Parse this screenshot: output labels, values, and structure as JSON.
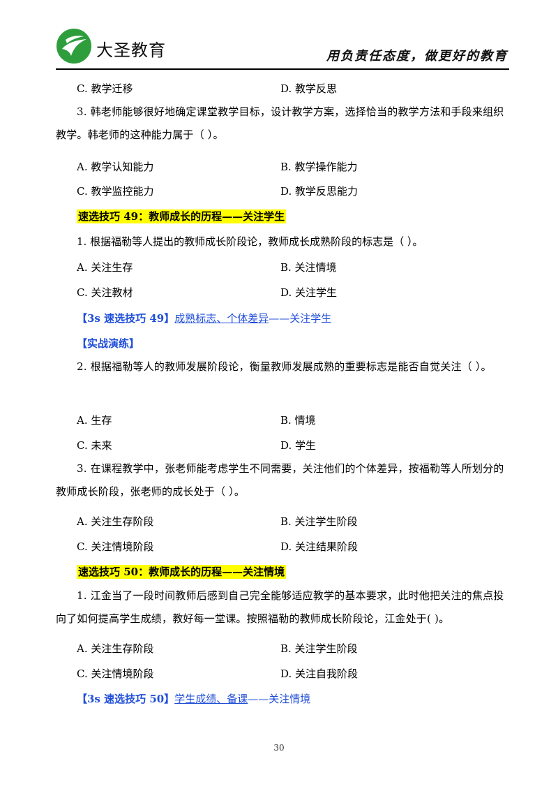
{
  "header": {
    "brand": "大圣教育",
    "slogan": "用负责任态度，做更好的教育"
  },
  "lines": {
    "l1_left": "C. 教学迁移",
    "l1_right": "D. 教学反思",
    "q3_text": "3. 韩老师能够很好地确定课堂教学目标，设计教学方案，选择恰当的教学方法和手段来组织教学。韩老师的这种能力属于（    ）。",
    "q3_a": "A. 教学认知能力",
    "q3_b": "B. 教学操作能力",
    "q3_c": "C. 教学监控能力",
    "q3_d": "D. 教学反思能力",
    "sec49_title": "速选技巧 49：教师成长的历程——关注学生",
    "s49_q1": "1. 根据福勒等人提出的教师成长阶段论，教师成长成熟阶段的标志是（    ）。",
    "s49_q1_a": "A. 关注生存",
    "s49_q1_b": "B. 关注情境",
    "s49_q1_c": "C. 关注教材",
    "s49_q1_d": "D. 关注学生",
    "tip49_bracket": "【3s 速选技巧 49】",
    "tip49_link": "成熟标志、个体差异",
    "tip49_rest": "——关注学生",
    "practice": "【实战演练】",
    "s49_q2": "2. 根据福勒等人的教师发展阶段论，衡量教师发展成熟的重要标志是能否自觉关注（    ）。",
    "s49_q2_a": "A. 生存",
    "s49_q2_b": "B. 情境",
    "s49_q2_c": "C. 未来",
    "s49_q2_d": "D. 学生",
    "s49_q3": "3. 在课程教学中，张老师能考虑学生不同需要，关注他们的个体差异，按福勒等人所划分的教师成长阶段，张老师的成长处于（    ）。",
    "s49_q3_a": "A. 关注生存阶段",
    "s49_q3_b": "B. 关注学生阶段",
    "s49_q3_c": "C. 关注情境阶段",
    "s49_q3_d": "D. 关注结果阶段",
    "sec50_title": "速选技巧 50：教师成长的历程——关注情境",
    "s50_q1": "1. 江金当了一段时间教师后感到自己完全能够适应教学的基本要求，此时他把关注的焦点投向了如何提高学生成绩，教好每一堂课。按照福勒的教师成长阶段论，江金处于(    )。",
    "s50_q1_a": "A. 关注生存阶段",
    "s50_q1_b": "B. 关注学生阶段",
    "s50_q1_c": "C. 关注情境阶段",
    "s50_q1_d": "D. 关注自我阶段",
    "tip50_bracket": "【3s 速选技巧 50】",
    "tip50_link": "学生成绩、备课",
    "tip50_rest": "——关注情境"
  },
  "page_number": "30",
  "colors": {
    "highlight": "#ffff00",
    "link_blue": "#1f4ed8",
    "logo_green": "#2e9e3c"
  },
  "icons": {
    "logo": "bird-logo-icon"
  }
}
